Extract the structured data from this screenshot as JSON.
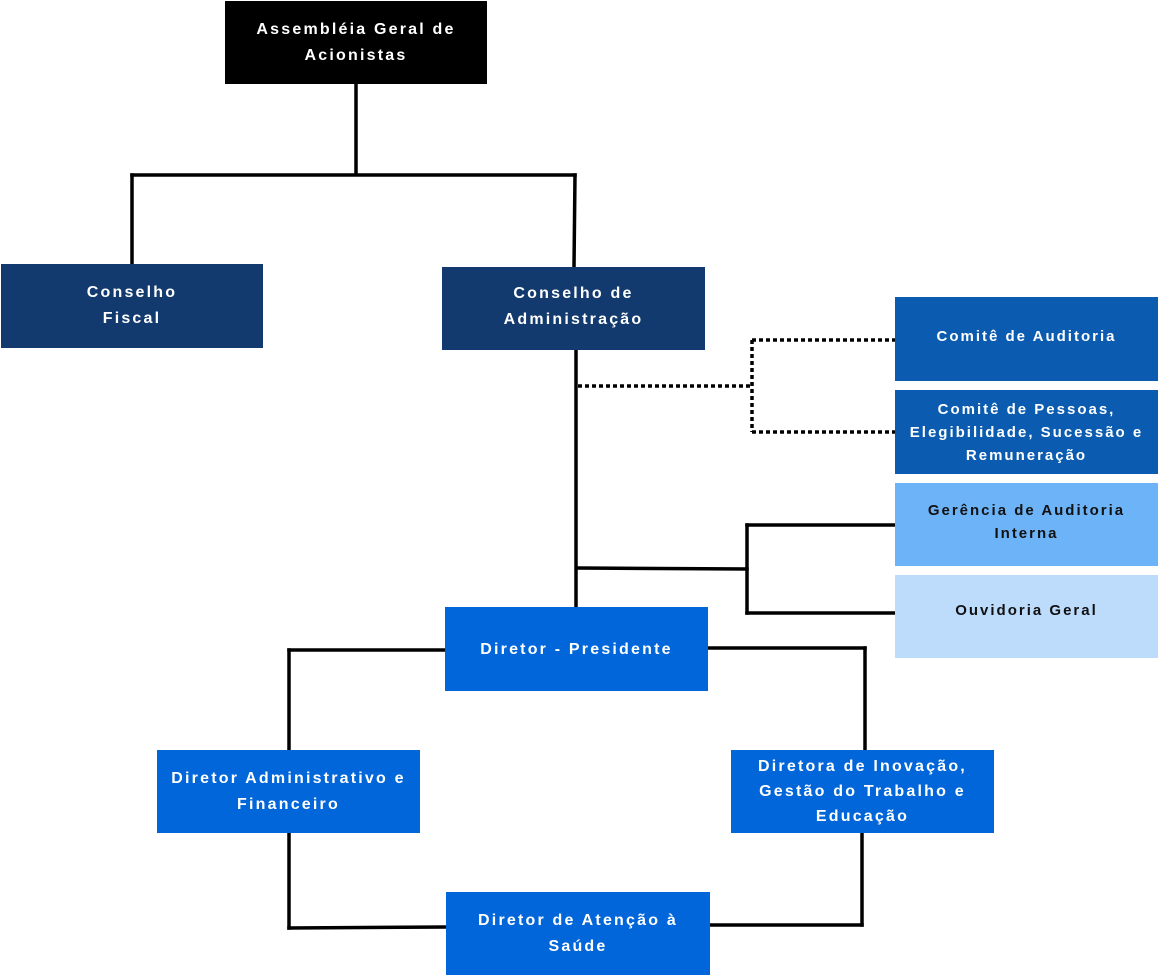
{
  "colors": {
    "black": "#000000",
    "navy": "#123a6e",
    "committee_blue": "#0b5cb0",
    "bright_blue": "#0166d9",
    "light_blue": "#6db3f8",
    "pale_blue": "#bddcfc",
    "line": "#000000"
  },
  "nodes": {
    "assembleia": "Assembléia Geral de\nAcionistas",
    "conselho_fiscal": "Conselho\nFiscal",
    "conselho_adm": "Conselho de\nAdministração",
    "comite_auditoria": "Comitê de Auditoria",
    "comite_pessoas": "Comitê de Pessoas,\nElegibilidade, Sucessão e\nRemuneração",
    "gerencia_auditoria": "Gerência de Auditoria\nInterna",
    "ouvidoria": "Ouvidoria Geral",
    "diretor_presidente": "Diretor - Presidente",
    "diretor_adm": "Diretor Administrativo e\nFinanceiro",
    "diretora_inovacao": "Diretora de Inovação,\nGestão do Trabalho e\nEducação",
    "diretor_saude": "Diretor de Atenção à\nSaúde"
  }
}
